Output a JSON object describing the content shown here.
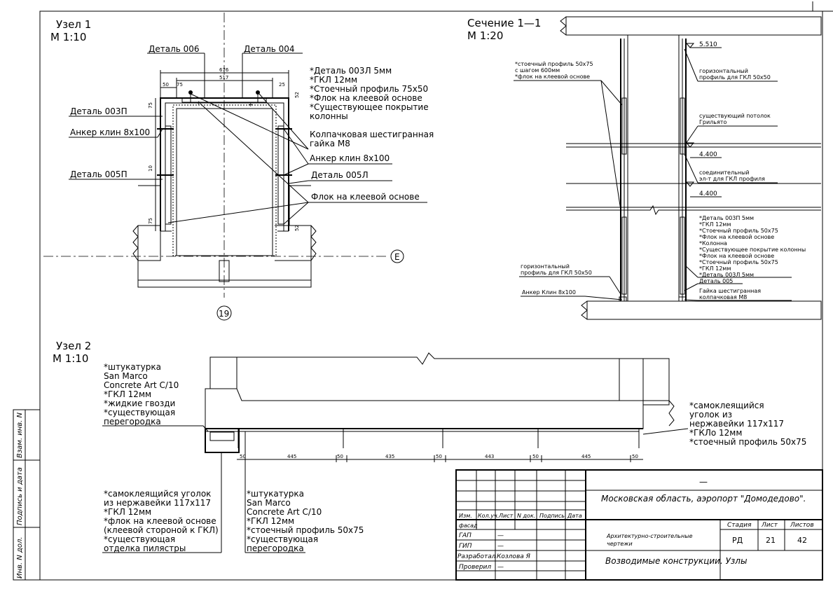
{
  "uzel1": {
    "title": "Узел 1",
    "scale": "М 1:10",
    "detail_006": "Деталь 006",
    "detail_004": "Деталь 004",
    "dims": {
      "d676": "676",
      "d517": "517",
      "d50": "50",
      "d75": "75",
      "d25": "25",
      "d10": "10"
    },
    "left_labels": [
      "Деталь 003П",
      "Анкер клин 8х100",
      "Деталь 005П"
    ],
    "right_notes": [
      "*Деталь 003Л 5мм",
      "*ГКЛ 12мм",
      "*Стоечный профиль 75х50",
      "*Флок на клеевой основе",
      "*Существующее покрытие",
      "колонны"
    ],
    "nut_label": [
      "Колпачковая шестигранная",
      "гайка М8"
    ],
    "anchor_label": "Анкер клин 8х100",
    "detail_005l": "Деталь 005Л",
    "flock_label": "Флок на клеевой основе",
    "axis_e": "Е",
    "axis_19": "19"
  },
  "section": {
    "title": "Сечение 1—1",
    "scale": "М 1:20",
    "mark_top": "5.510",
    "mark_mid": "4.400",
    "mark_low": "4.400",
    "top_left_notes": [
      "*стоечный профиль 50х75",
      "с шагом 600мм",
      "*флок на клеевой основе"
    ],
    "horiz_profile_top": [
      "горизонтальный",
      "профиль для ГКЛ 50х50"
    ],
    "ceiling": [
      "существующий потолок",
      "Грильято"
    ],
    "connector": [
      "соединительный",
      "эл-т для ГКЛ профиля"
    ],
    "right_notes": [
      "*Деталь 003П 5мм",
      "*ГКЛ 12мм",
      "*Стоечный профиль 50х75",
      "*Флок на клеевой основе",
      "*Колонна",
      "*Существующее покрытие колонны",
      "*Флок на клеевой основе",
      "*Стоечный профиль 50х75",
      "*ГКЛ 12мм",
      "*Деталь 003Л 5мм"
    ],
    "horiz_profile_bottom": [
      "горизонтальный",
      "профиль для ГКЛ 50х50"
    ],
    "anchor": "Анкер Клин 8х100",
    "detail_005": "Деталь 005",
    "nut": [
      "Гайка шестигранная",
      "колпачковая М8"
    ]
  },
  "uzel2": {
    "title": "Узел 2",
    "scale": "М 1:10",
    "top_left_notes": [
      "*штукатурка",
      "San Marco",
      "Concrete Art C/10",
      "*ГКЛ 12мм",
      "*жидкие гвозди",
      "*существующая",
      "перегородка"
    ],
    "right_notes": [
      "*самоклеящийся",
      "уголок из",
      "нержавейки 117х117",
      "*ГКЛо 12мм",
      "*стоечный профиль 50х75"
    ],
    "bottom_left_notes": [
      "*самоклеящийся уголок",
      "из нержавейки 117х117",
      "*ГКЛ 12мм",
      "*флок на клеевой основе",
      "(клеевой стороной к ГКЛ)",
      "*существующая",
      "отделка пилястры"
    ],
    "bottom_mid_notes": [
      "*штукатурка",
      "San Marco",
      "Concrete Art C/10",
      "*ГКЛ 12мм",
      "*стоечный профиль 50х75",
      "*существующая",
      "перегородка"
    ],
    "dims": [
      "50",
      "445",
      "50",
      "435",
      "50",
      "443",
      "50",
      "445",
      "50"
    ]
  },
  "side_stamp": [
    "Инв. N дол.",
    "Подпись и дата",
    "Взам. инв. N"
  ],
  "title_block": {
    "dash": "—",
    "project": "Московская область, аэропорт \"Домодедово\".",
    "headers": [
      "Изм.",
      "Кол.уч.",
      "Лист",
      "N док.",
      "Подпись",
      "Дата"
    ],
    "fasad": "фасад",
    "rows": [
      {
        "role": "ГАП",
        "name": "—"
      },
      {
        "role": "ГИП",
        "name": "—"
      },
      {
        "role": "Разработал",
        "name": "Козлова Я"
      },
      {
        "role": "Проверил",
        "name": "—"
      }
    ],
    "section_name": [
      "Архитектурно-строительные",
      "чертежи"
    ],
    "sheet_title": "Возводимые конструкции. Узлы",
    "stage_label": "Стадия",
    "sheet_label": "Лист",
    "sheets_label": "Листов",
    "stage": "РД",
    "sheet": "21",
    "sheets": "42"
  }
}
